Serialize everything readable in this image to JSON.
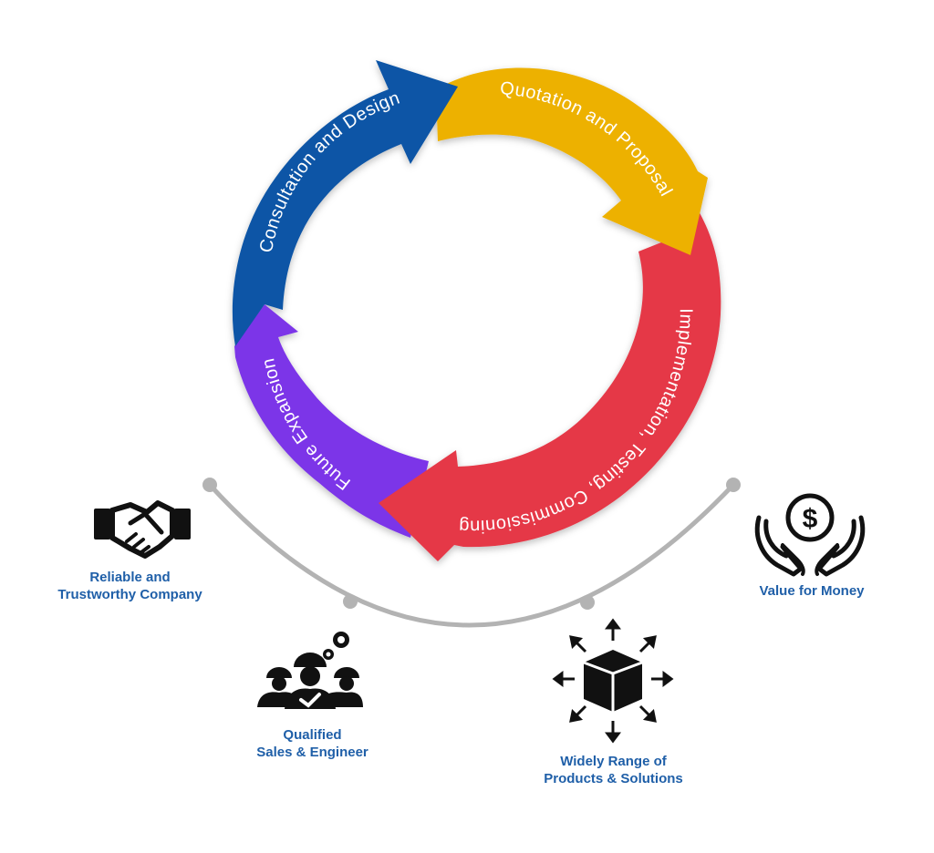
{
  "cycle": {
    "stages": [
      {
        "label": "Consultation and Design",
        "color": "#0a54a6"
      },
      {
        "label": "Quotation and Proposal",
        "color": "#edb100"
      },
      {
        "label": "Implementation, Testing, Commissioning",
        "color": "#e53847"
      },
      {
        "label": "Future Expansion",
        "color": "#7b34e8"
      }
    ]
  },
  "features": {
    "reliable": {
      "line1": "Reliable and",
      "line2": "Trustworthy Company",
      "icon": "handshake-icon"
    },
    "qualified": {
      "line1": "Qualified",
      "line2": "Sales & Engineer",
      "icon": "engineers-icon"
    },
    "range": {
      "line1": "Widely Range of",
      "line2": "Products & Solutions",
      "icon": "box-arrows-icon"
    },
    "value": {
      "line1": "Value for Money",
      "icon": "money-hands-icon"
    }
  },
  "colors": {
    "label_text": "#1f5fa8",
    "connector": "#b3b3b3",
    "icon": "#111111"
  }
}
